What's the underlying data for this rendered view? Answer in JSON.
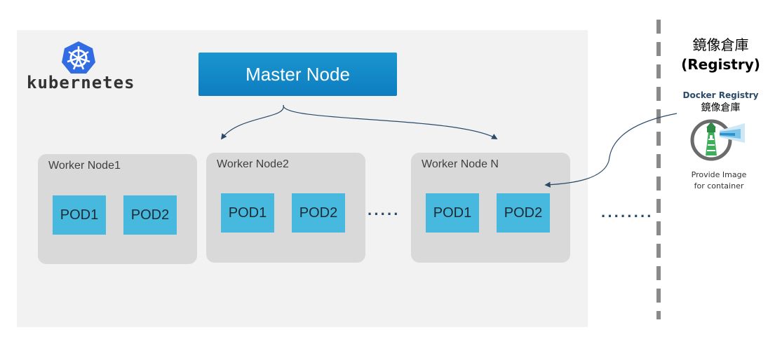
{
  "brand": {
    "name": "kubernetes",
    "logo_icon": "kubernetes-wheel-icon",
    "color": "#326ce5"
  },
  "master": {
    "label": "Master Node",
    "color": "#0d7dc0"
  },
  "workers": [
    {
      "label": "Worker Node1",
      "pods": [
        "POD1",
        "POD2"
      ]
    },
    {
      "label": "Worker Node2",
      "pods": [
        "POD1",
        "POD2"
      ]
    },
    {
      "label": "Worker Node N",
      "pods": [
        "POD1",
        "POD2"
      ]
    }
  ],
  "ellipsis": {
    "between_nodes": "·····",
    "after_nodes": "········"
  },
  "registry": {
    "title_zh": "鏡像倉庫",
    "title_en": "(Registry)",
    "docker_label": "Docker Registry",
    "docker_label_zh": "鏡像倉庫",
    "icon": "lighthouse-icon",
    "description_line1": "Provide Image",
    "description_line2": "for container"
  },
  "colors": {
    "pod": "#47b8de",
    "worker": "#d9d9d9",
    "cluster_bg": "#f2f2f2",
    "arrow": "#2b4a6a"
  }
}
